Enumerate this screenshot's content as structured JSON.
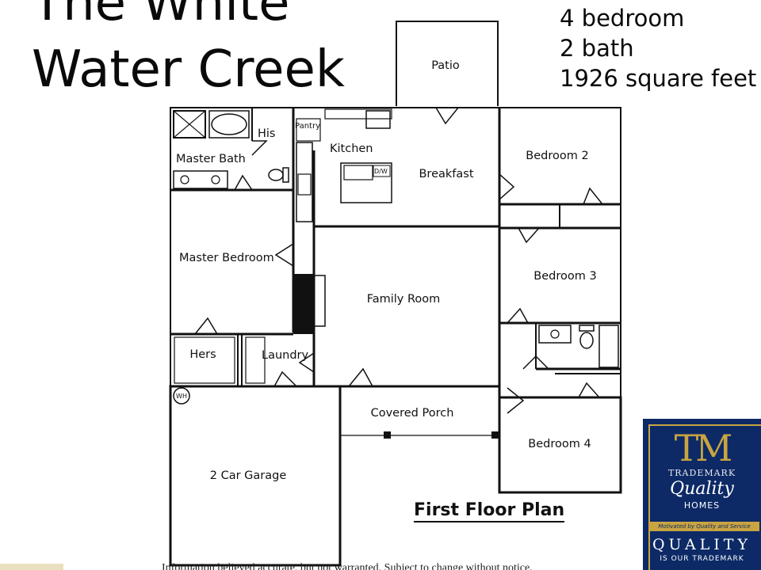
{
  "title": {
    "line1": "The White",
    "line2": "Water Creek"
  },
  "specs": {
    "bedrooms": "4 bedroom",
    "baths": "2 bath",
    "area": "1926 square feet"
  },
  "rooms": {
    "patio": "Patio",
    "pantry": "Pantry",
    "his": "His",
    "kitchen": "Kitchen",
    "master_bath": "Master Bath",
    "dishwasher": "D/W",
    "breakfast": "Breakfast",
    "bedroom2": "Bedroom 2",
    "master_bedroom": "Master Bedroom",
    "bedroom3": "Bedroom 3",
    "family_room": "Family Room",
    "hers": "Hers",
    "laundry": "Laundry",
    "water_heater": "WH",
    "covered_porch": "Covered Porch",
    "bedroom4": "Bedroom 4",
    "garage": "2 Car Garage"
  },
  "plan_heading": "First Floor Plan",
  "disclaimer": "Information believed accurate, but not warranted. Subject to change without notice.",
  "logo": {
    "monogram": "TM",
    "brand_top": "TRADEMARK",
    "brand_script": "Quality",
    "brand_homes": "HOMES",
    "motto": "Motivated by Quality and Service",
    "quality_caps": "QUALITY",
    "tagline": "IS OUR TRADEMARK",
    "colors": {
      "navy": "#0d2a66",
      "gold": "#c9a441"
    }
  }
}
